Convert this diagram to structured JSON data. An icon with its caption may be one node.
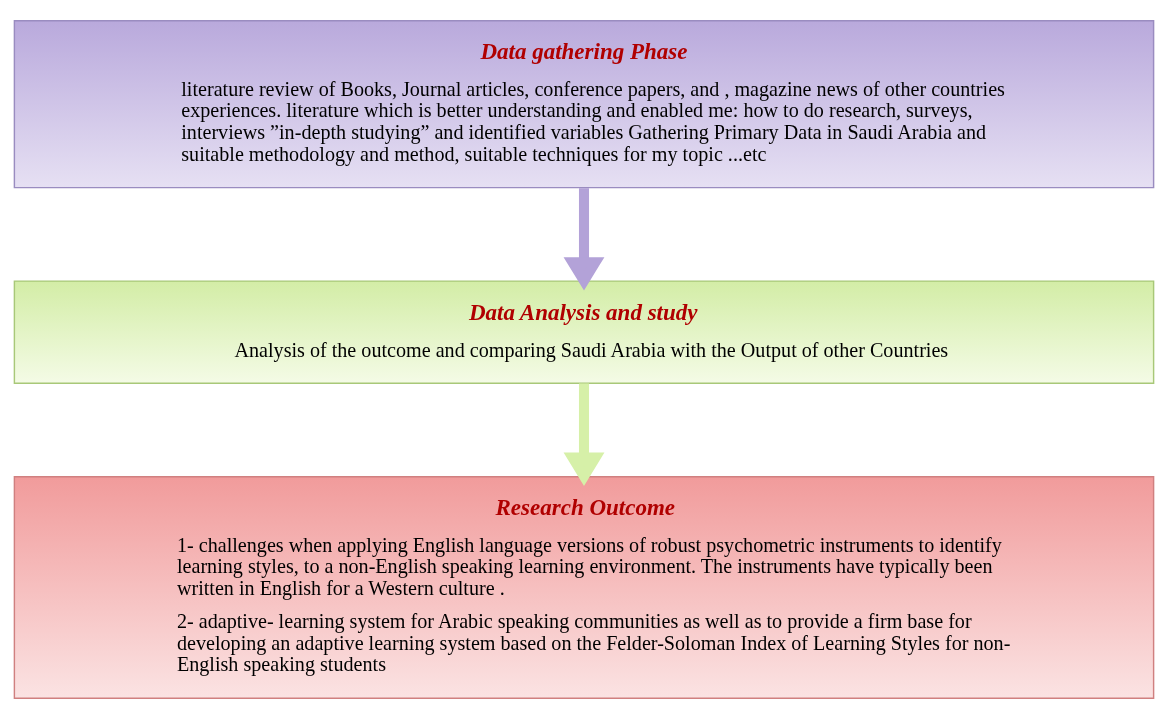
{
  "diagram": {
    "nodes": [
      {
        "text": [
          "Data gathering Phase",
          "literature review of Books, Journal articles, conference papers, and , magazine news of other countries experiences. literature which is better understanding and enabled me: how to do research, surveys, interviews ”in-depth studying” and identified variables Gathering Primary Data in Saudi Arabia and suitable methodology and method, suitable techniques for my topic ...etc"
        ]
      },
      {
        "text": [
          "Data Analysis and study",
          "Analysis of the outcome and comparing Saudi Arabia with the Output of other Countries"
        ]
      },
      {
        "text": [
          "Research Outcome",
          "1- challenges when applying English language versions of robust psychometric instruments to identify learning styles, to a non-English speaking learning environment. The instruments have typically been written in English for a Western culture .",
          "2- adaptive- learning system for Arabic speaking communities as well as to provide a firm base for developing an adaptive learning system based on the Felder-Soloman Index of Learning Styles for non-English speaking students"
        ]
      }
    ],
    "edges": [
      {
        "from": 0,
        "to": 1,
        "arrow": "to",
        "color": "#b3a2d8"
      },
      {
        "from": 1,
        "to": 2,
        "arrow": "to",
        "color": "#d6f0a8"
      }
    ]
  }
}
